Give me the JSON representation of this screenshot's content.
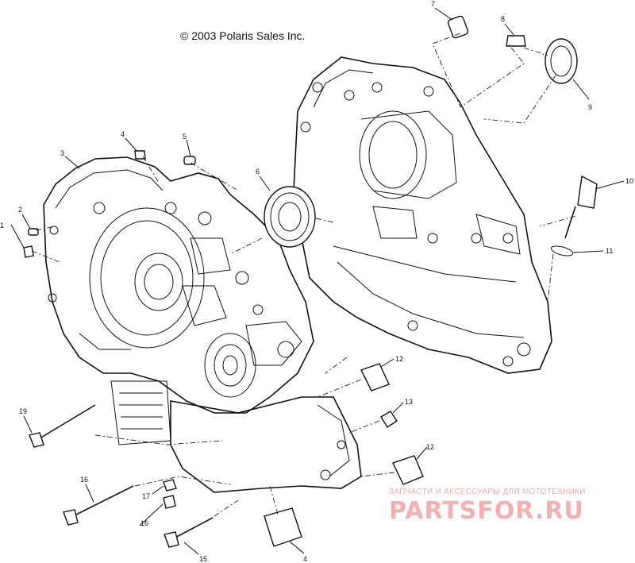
{
  "diagram": {
    "copyright": "© 2003 Polaris Sales Inc.",
    "callouts": {
      "c1": "1",
      "c2": "2",
      "c3": "3",
      "c4a": "4",
      "c4b": "4",
      "c5": "5",
      "c6": "6",
      "c7": "7",
      "c8": "8",
      "c9": "9",
      "c10": "10",
      "c11": "11",
      "c12a": "12",
      "c12b": "12",
      "c13": "13",
      "c15": "15",
      "c16a": "16",
      "c16b": "16",
      "c17": "17",
      "c19": "19"
    }
  },
  "watermark": {
    "tagline": "ЗАПЧАСТИ И АКСЕССУАРЫ ДЛЯ МОТОТЕХНИКИ",
    "logo": "PARTSFOR.RU",
    "color": "#f4b0b0"
  }
}
